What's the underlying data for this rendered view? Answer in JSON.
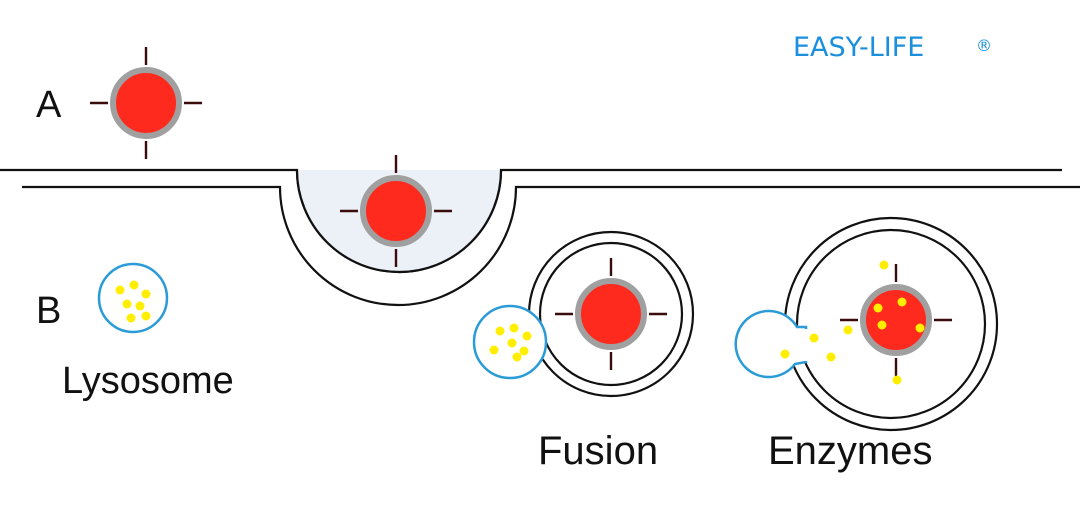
{
  "labels": {
    "a": "A",
    "b": "B",
    "lysosome": "Lysosome",
    "fusion": "Fusion",
    "enzymes": "Enzymes"
  },
  "brand": {
    "name": "EASY-LIFE",
    "mark": "®"
  },
  "colors": {
    "particle": "#ff2a1e",
    "particle_ring": "#a0a0a0",
    "lysosome_stroke": "#2a9bd6",
    "enzyme": "#ffee00",
    "membrane": "#111111",
    "brand": "#1b8fdc"
  },
  "icons": {
    "particle": "receptor-particle-icon",
    "lysosome": "lysosome-icon",
    "enzyme": "enzyme-dot-icon"
  }
}
